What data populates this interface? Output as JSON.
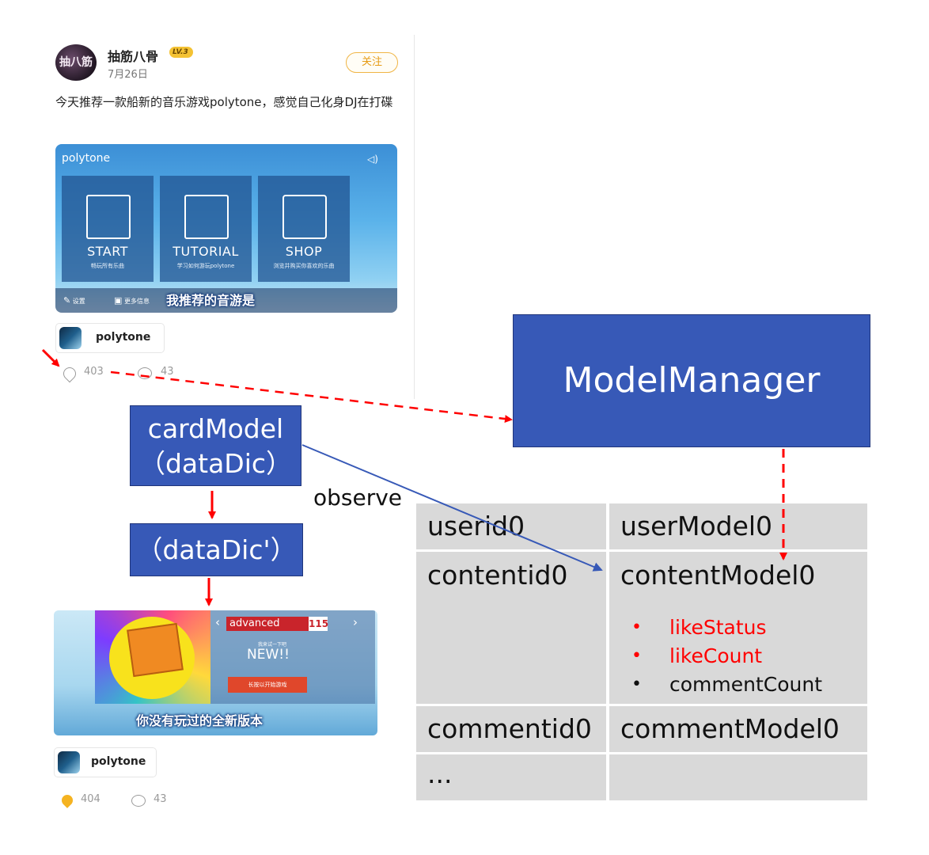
{
  "post": {
    "avatar_text": "抽八筋",
    "username": "抽筋八骨",
    "level": "LV.3",
    "date": "7月26日",
    "follow_label": "关注",
    "text": "今天推荐一款船新的音乐游戏polytone，感觉自己化身DJ在打碟",
    "screenshot1": {
      "brand": "polytone",
      "tiles": [
        {
          "title": "START",
          "sub": "畅玩所有乐曲"
        },
        {
          "title": "TUTORIAL",
          "sub": "学习如何游玩polytone"
        },
        {
          "title": "SHOP",
          "sub": "浏览并购买你喜欢的乐曲"
        }
      ],
      "settings": "设置",
      "more_info": "更多信息",
      "caption": "我推荐的音游是"
    },
    "game_chip": "polytone",
    "likes_before": "403",
    "comments_before": "43"
  },
  "post2": {
    "screenshot2": {
      "difficulty": "advanced",
      "level": "115",
      "new_label": "NEW!!",
      "new_sub": "我来试一下吧",
      "start_button": "长按以开始游戏",
      "caption": "你没有玩过的全新版本"
    },
    "game_chip": "polytone",
    "likes_after": "404",
    "comments_after": "43"
  },
  "diagram": {
    "model_manager": "ModelManager",
    "card_model_line1": "cardModel",
    "card_model_line2": "（dataDic）",
    "data_dic2": "（dataDic'）",
    "observe": "observe",
    "table": {
      "rows": [
        {
          "key": "userid0",
          "value": "userModel0"
        },
        {
          "key": "contentid0",
          "value": "contentModel0"
        },
        {
          "key": "commentid0",
          "value": "commentModel0"
        },
        {
          "key": "...",
          "value": ""
        }
      ],
      "content_fields": [
        {
          "label": "likeStatus",
          "color": "#ff0000"
        },
        {
          "label": "likeCount",
          "color": "#ff0000"
        },
        {
          "label": "commentCount",
          "color": "#111111"
        }
      ]
    },
    "colors": {
      "box": "#3759b7",
      "dashed_arrow": "#ff0000",
      "observe_arrow": "#3759b7",
      "table_cell": "#d9d9d9"
    }
  }
}
